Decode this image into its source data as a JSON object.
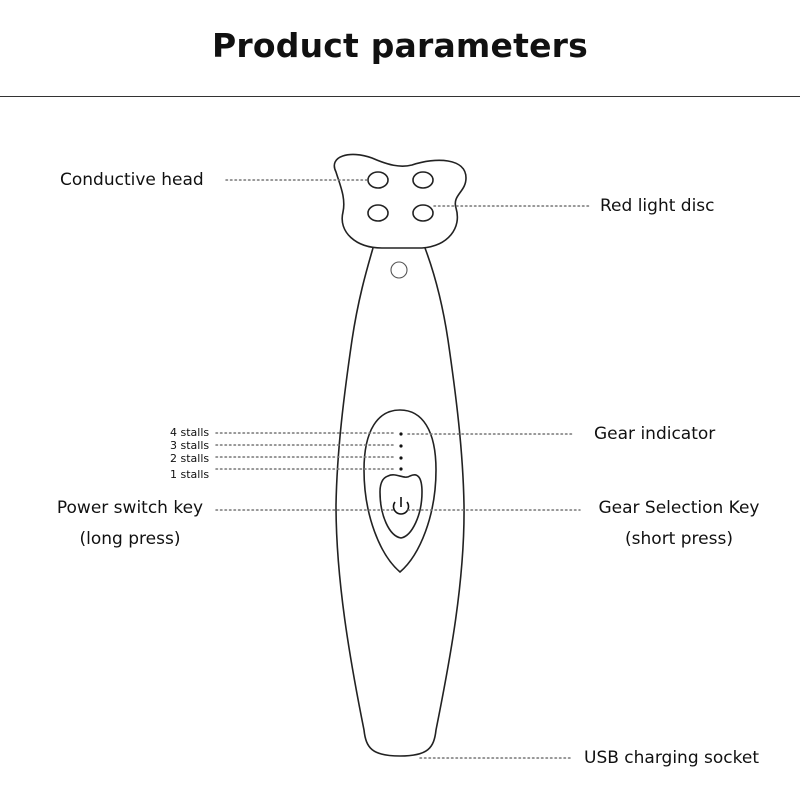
{
  "title": "Product parameters",
  "labels": {
    "conductive_head": "Conductive head",
    "red_light_disc": "Red light disc",
    "gear_indicator": "Gear indicator",
    "power_switch": {
      "line1": "Power switch key",
      "line2": "(long press)"
    },
    "gear_selection": {
      "line1": "Gear Selection Key",
      "line2": "(short press)"
    },
    "usb_socket": "USB charging socket",
    "stalls": [
      "4 stalls",
      "3 stalls",
      "2 stalls",
      "1 stalls"
    ]
  }
}
